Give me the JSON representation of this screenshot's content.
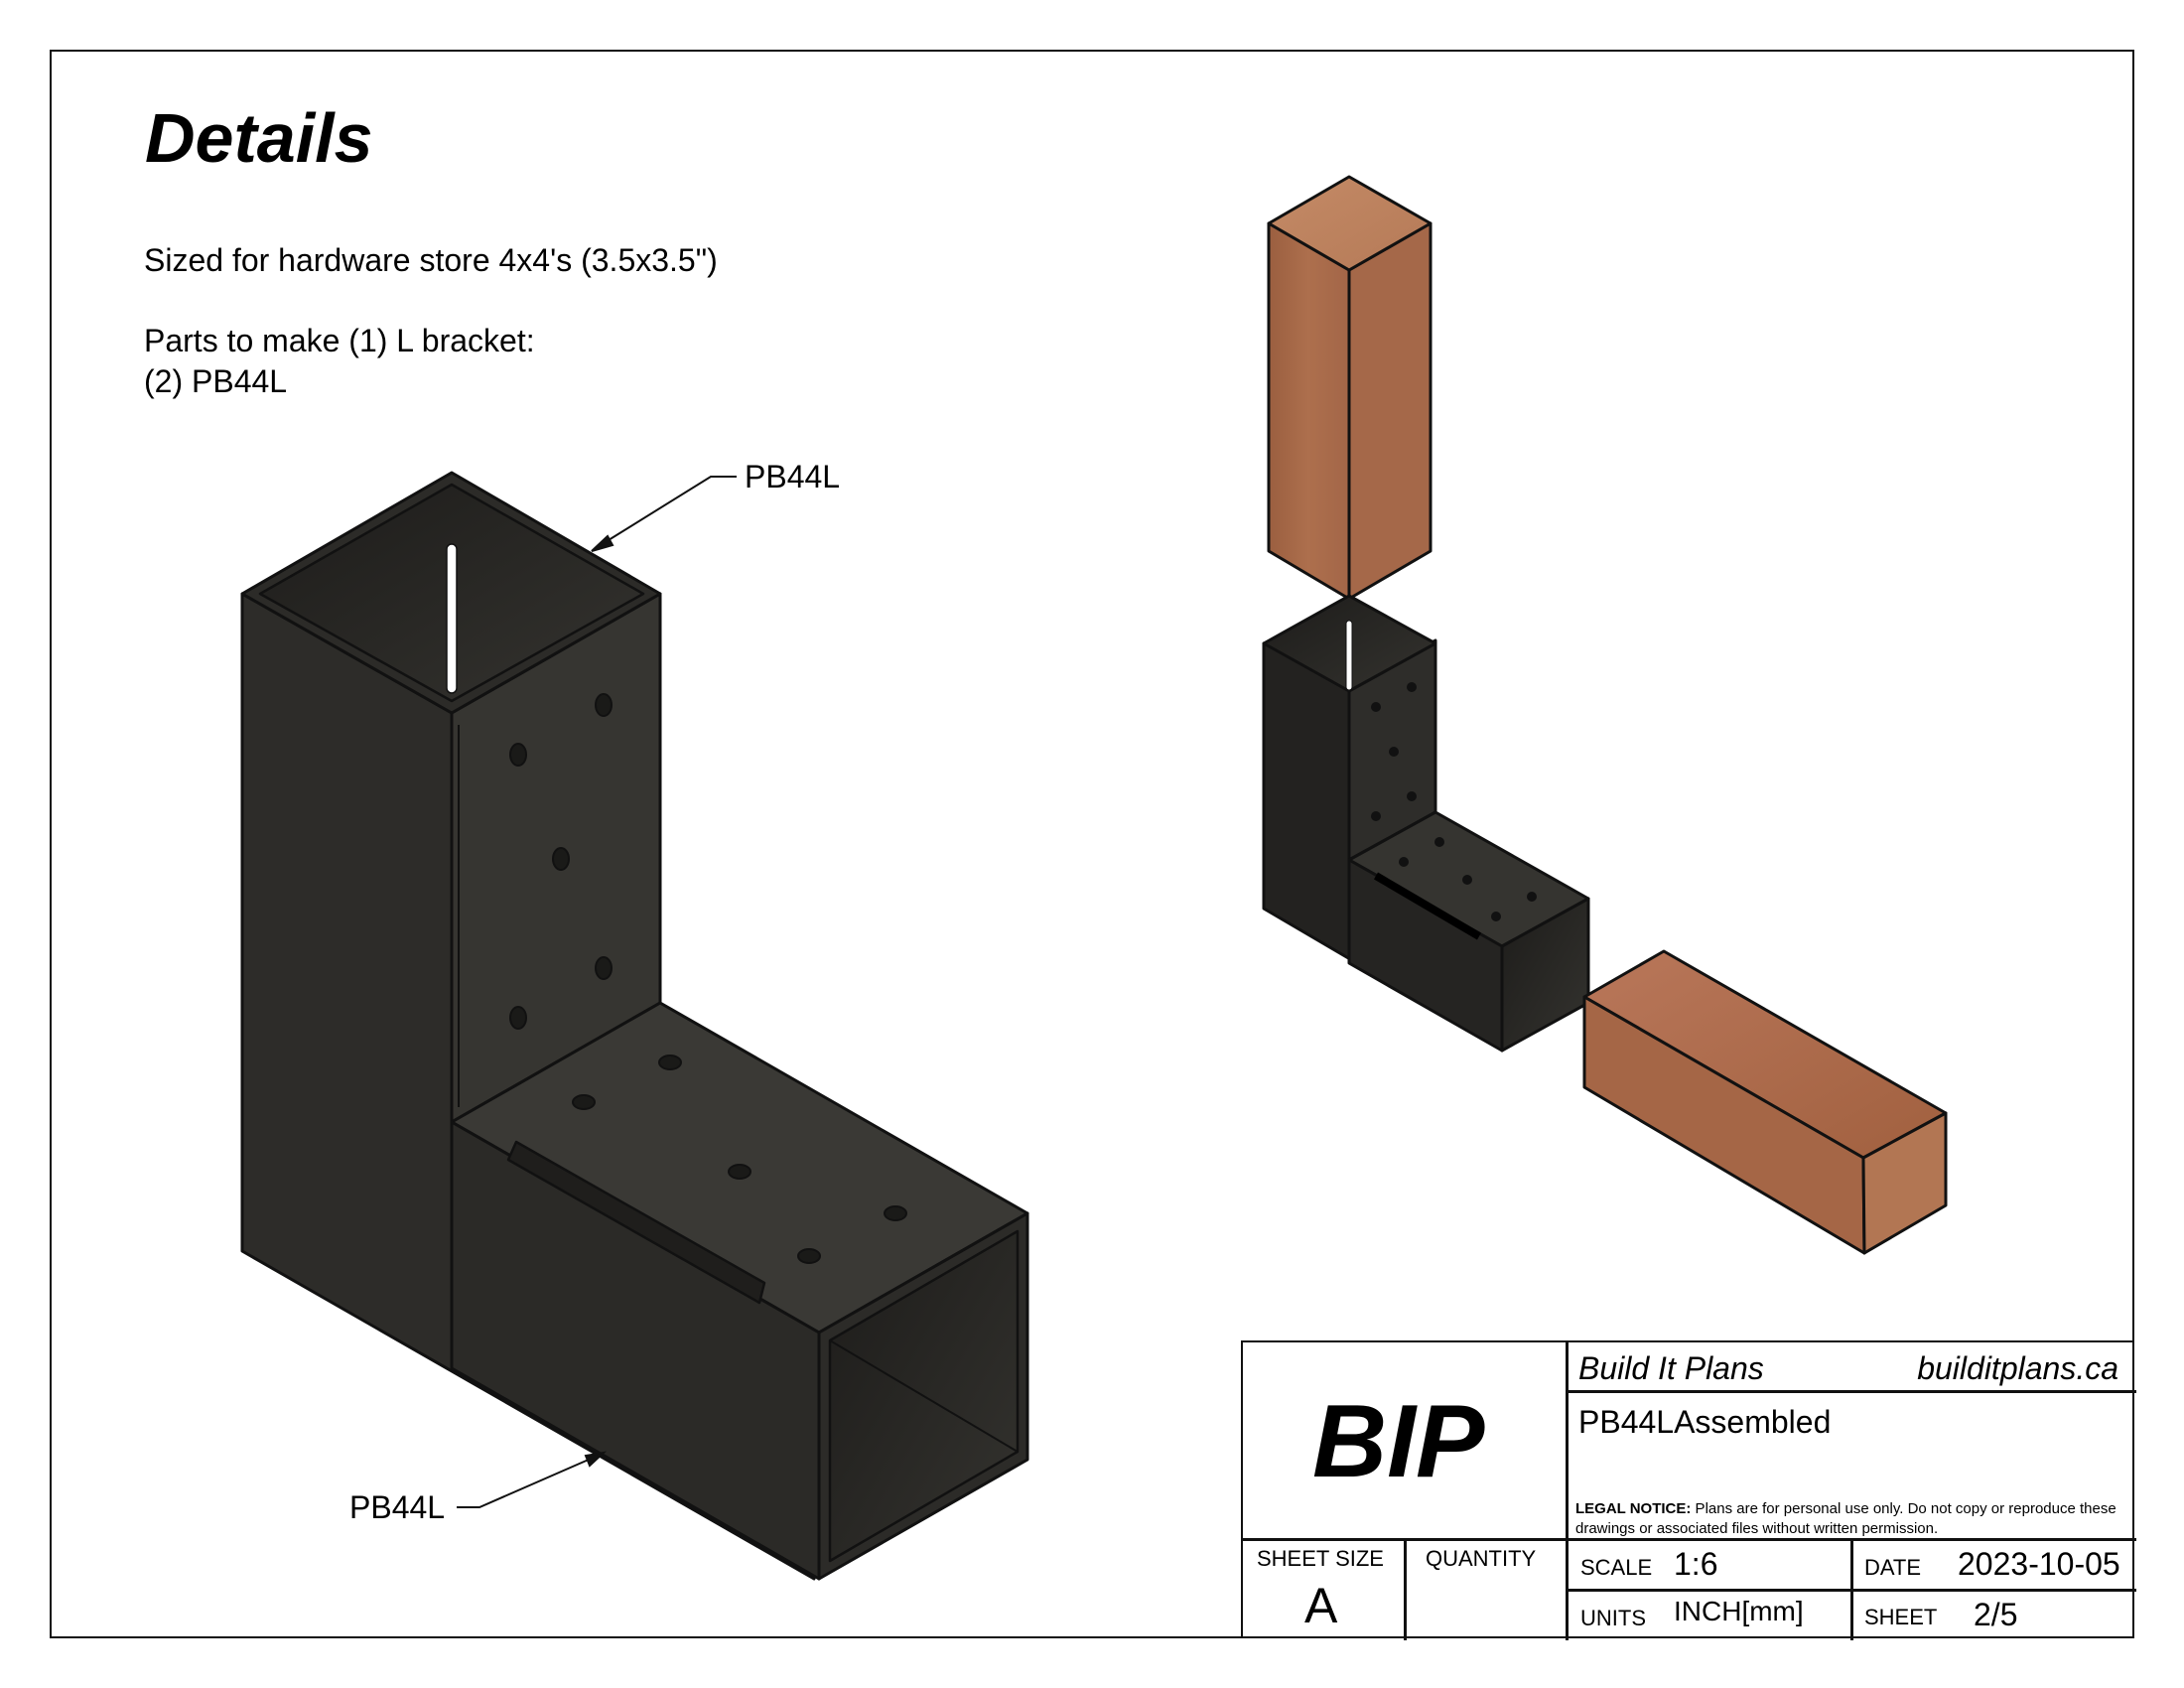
{
  "page": {
    "title": "Details",
    "notes": {
      "sizing": "Sized for hardware store 4x4's (3.5x3.5\")",
      "parts_heading": "Parts to make (1) L bracket:",
      "parts_item": "(2) PB44L"
    }
  },
  "callouts": [
    {
      "label": "PB44L",
      "position": "upper"
    },
    {
      "label": "PB44L",
      "position": "lower"
    }
  ],
  "views": {
    "main": "isometric-assembled-l-bracket",
    "exploded": "exploded-bracket-with-two-4x4-posts"
  },
  "colors": {
    "bracket": "#2e2d2a",
    "bracket_dark": "#1f1e1c",
    "bracket_light": "#3a3935",
    "wood": "#a86a48",
    "wood_light": "#c08462",
    "wood_dark": "#92583a",
    "line": "#111111"
  },
  "title_block": {
    "logo": "BIP",
    "company": "Build It Plans",
    "website": "builditplans.ca",
    "document_name": "PB44LAssembled",
    "legal_label": "LEGAL NOTICE:",
    "legal_text": " Plans are for personal use only. Do not copy or reproduce these drawings or associated files without written permission.",
    "sheet_size_label": "SHEET SIZE",
    "sheet_size_value": "A",
    "quantity_label": "QUANTITY",
    "quantity_value": "",
    "scale_label": "SCALE",
    "scale_value": "1:6",
    "date_label": "DATE",
    "date_value": "2023-10-05",
    "units_label": "UNITS",
    "units_value": "INCH[mm]",
    "sheet_label": "SHEET",
    "sheet_value": "2/5"
  }
}
